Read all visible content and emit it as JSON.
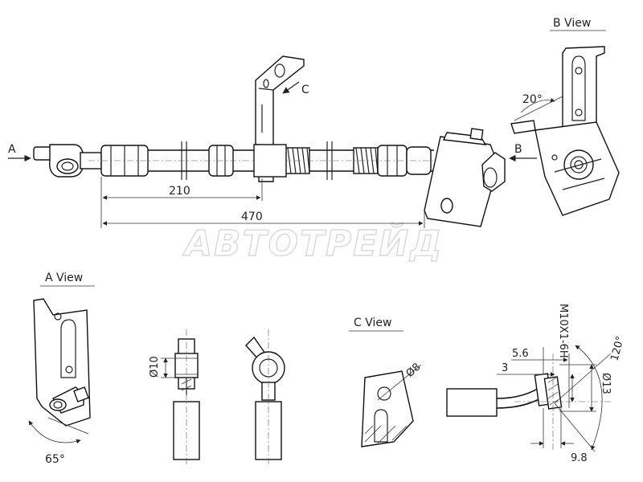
{
  "main_view": {
    "label_a": "A",
    "label_b": "B",
    "label_c": "C",
    "dim_210": "210",
    "dim_470": "470"
  },
  "b_view": {
    "title": "B  View",
    "angle": "20°"
  },
  "a_view": {
    "title": "A  View",
    "angle": "65°",
    "dia_10": "Ø10"
  },
  "c_view": {
    "title": "C  View",
    "dia_8": "Ø8"
  },
  "fitting_detail": {
    "thread": "M10X1-6H",
    "dim_5_6": "5.6",
    "dim_3": "3",
    "dia_13": "Ø13",
    "angle_120": "120°",
    "dim_9_8": "9.8"
  },
  "watermark": {
    "text": "АВТОТРЕЙД"
  }
}
